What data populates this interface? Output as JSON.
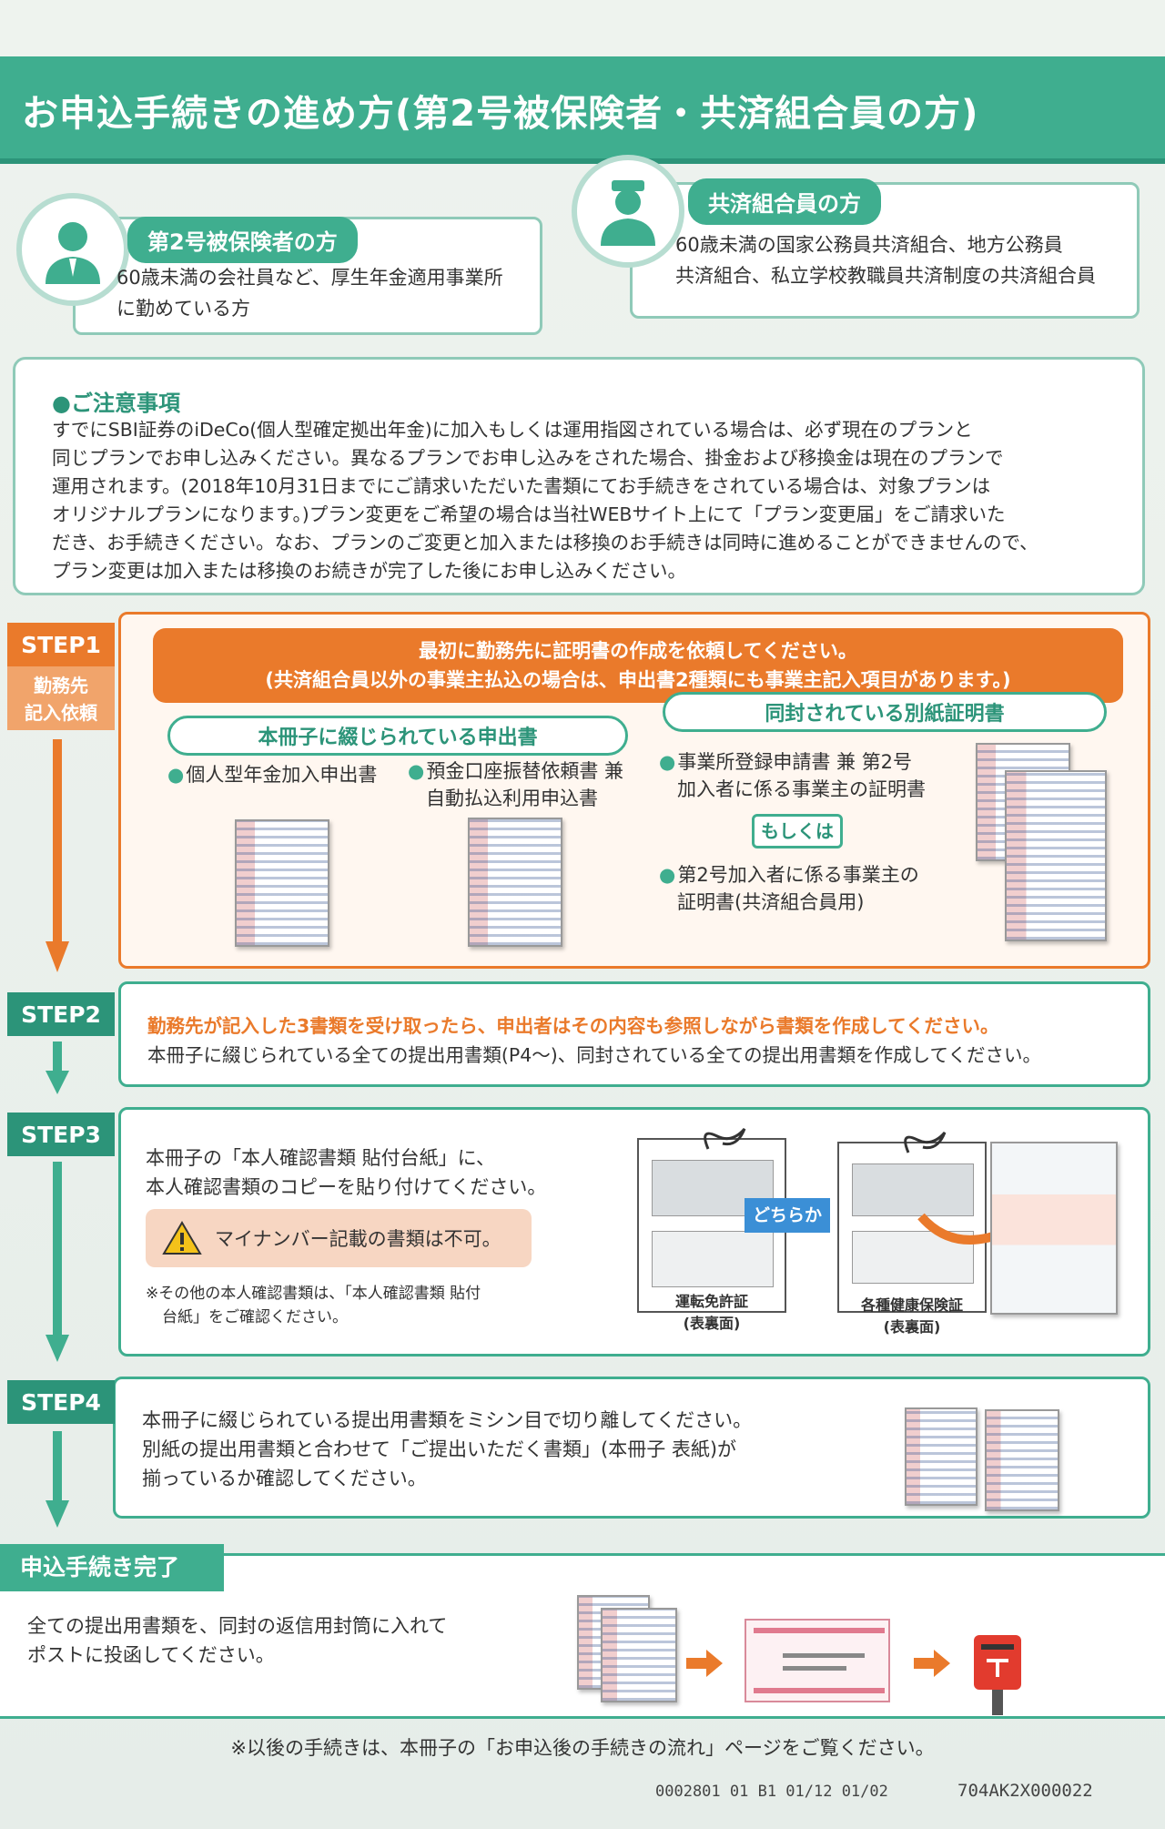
{
  "header": {
    "title": "お申込手続きの進め方(第2号被保険者・共済組合員の方)"
  },
  "audiences": [
    {
      "label": "第2号被保険者の方",
      "description_line1": "60歳未満の会社員など、厚生年金適用事業所",
      "description_line2": "に勤めている方"
    },
    {
      "label": "共済組合員の方",
      "description_line1": "60歳未満の国家公務員共済組合、地方公務員",
      "description_line2": "共済組合、私立学校教職員共済制度の共済組合員"
    }
  ],
  "notice": {
    "title": "●ご注意事項",
    "lines": [
      "すでにSBI証券のiDeCo(個人型確定拠出年金)に加入もしくは運用指図されている場合は、必ず現在のプランと",
      "同じプランでお申し込みください。異なるプランでお申し込みをされた場合、掛金および移換金は現在のプランで",
      "運用されます。(2018年10月31日までにご請求いただいた書類にてお手続きをされている場合は、対象プランは",
      "オリジナルプランになります。)プラン変更をご希望の場合は当社WEBサイト上にて「プラン変更届」をご請求いた",
      "だき、お手続きください。なお、プランのご変更と加入または移換のお手続きは同時に進めることができませんので、",
      "プラン変更は加入または移換のお続きが完了した後にお申し込みください。"
    ]
  },
  "step1": {
    "label": "STEP1",
    "sublabel_line1": "勤務先",
    "sublabel_line2": "記入依頼",
    "banner_line1": "最初に勤務先に証明書の作成を依頼してください。",
    "banner_line2": "(共済組合員以外の事業主払込の場合は、申出書2種類にも事業主記入項目があります。)",
    "group1_title": "本冊子に綴じられている申出書",
    "group2_title": "同封されている別紙証明書",
    "item1": "個人型年金加入申出書",
    "item2_line1": "預金口座振替依頼書 兼",
    "item2_line2": "自動払込利用申込書",
    "item3_line1": "事業所登録申請書 兼 第2号",
    "item3_line2": "加入者に係る事業主の証明書",
    "or_label": "もしくは",
    "item4_line1": "第2号加入者に係る事業主の",
    "item4_line2": "証明書(共済組合員用)"
  },
  "step2": {
    "label": "STEP2",
    "line1": "勤務先が記入した3書類を受け取ったら、申出者はその内容も参照しながら書類を作成してください。",
    "line2": "本冊子に綴じられている全ての提出用書類(P4〜)、同封されている全ての提出用書類を作成してください。"
  },
  "step3": {
    "label": "STEP3",
    "line1": "本冊子の「本人確認書類 貼付台紙」に、",
    "line2": "本人確認書類のコピーを貼り付けてください。",
    "warning": "マイナンバー記載の書類は不可。",
    "note_line1": "※その他の本人確認書類は、「本人確認書類 貼付",
    "note_line2": "台紙」をご確認ください。",
    "option1_line1": "運転免許証",
    "option1_line2": "(表裏面)",
    "either_label": "どちらか",
    "option2_line1": "各種健康保険証",
    "option2_line2": "(表裏面)"
  },
  "step4": {
    "label": "STEP4",
    "line1": "本冊子に綴じられている提出用書類をミシン目で切り離してください。",
    "line2": "別紙の提出用書類と合わせて「ご提出いただく書類」(本冊子 表紙)が",
    "line3": "揃っているか確認してください。"
  },
  "complete": {
    "label": "申込手続き完了",
    "line1": "全ての提出用書類を、同封の返信用封筒に入れて",
    "line2": "ポストに投函してください。"
  },
  "footer": {
    "note": "※以後の手続きは、本冊子の「お申込後の手続きの流れ」ページをご覧ください。",
    "code": "0002801 01 B1  01/12 01/02",
    "code2": "704AK2X000022"
  },
  "colors": {
    "green": "#3fae8f",
    "orange": "#ea7a2b",
    "dark_green": "#2c9479"
  }
}
